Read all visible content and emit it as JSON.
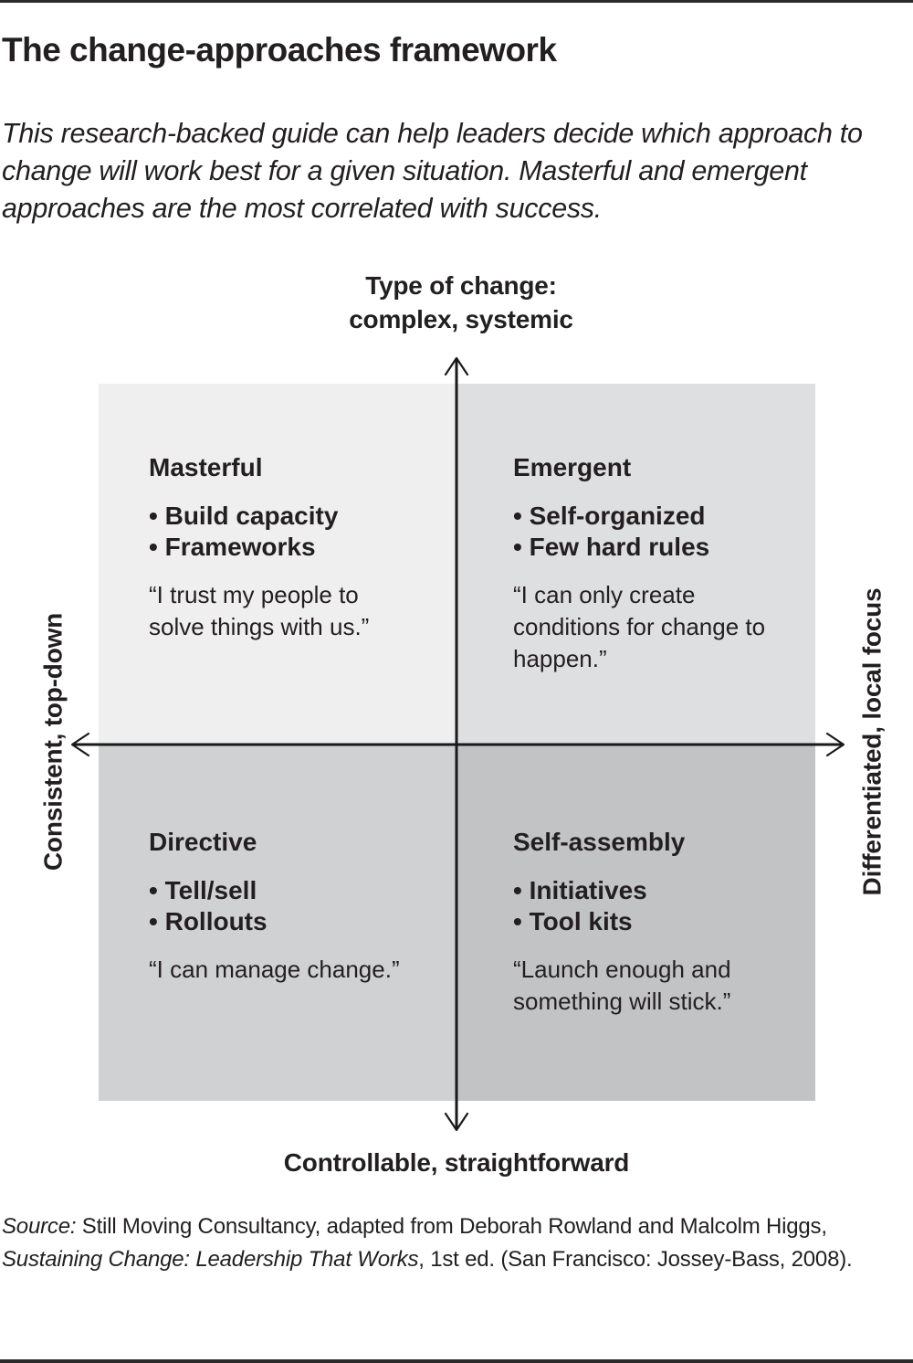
{
  "header": {
    "title": "The change-approaches framework",
    "subtitle": "This research-backed guide can help leaders decide which approach to change will work best for a given situation. Masterful and emergent approaches are the most correlated with success."
  },
  "axes": {
    "top": {
      "line1": "Type of change:",
      "line2": "complex, systemic"
    },
    "bottom": "Controllable, straightforward",
    "left": "Consistent, top-down",
    "right": "Differentiated, local focus"
  },
  "quadrants": {
    "top_left": {
      "title": "Masterful",
      "bullets": [
        "Build capacity",
        "Frameworks"
      ],
      "quote": "“I trust my people to solve things with us.”",
      "color": "#efefef"
    },
    "top_right": {
      "title": "Emergent",
      "bullets": [
        "Self-organized",
        "Few hard rules"
      ],
      "quote": "“I can only create conditions for change to happen.”",
      "color": "#dedfe0"
    },
    "bottom_left": {
      "title": "Directive",
      "bullets": [
        "Tell/sell",
        "Rollouts"
      ],
      "quote": "“I can manage change.”",
      "color": "#d0d1d3"
    },
    "bottom_right": {
      "title": "Self-assembly",
      "bullets": [
        "Initiatives",
        "Tool kits"
      ],
      "quote": "“Launch enough and something will stick.”",
      "color": "#c2c3c5"
    }
  },
  "source": {
    "label": "Source:",
    "text1": " Still Moving Consultancy, adapted from Deborah Rowland and Malcolm Higgs, ",
    "book_title": "Sustaining Change: Leadership That Works",
    "text2": ", 1st ed. (San Francisco: Jossey-Bass, 2008)."
  },
  "icons": {
    "arrow_up": "arrow-up-icon",
    "arrow_down": "arrow-down-icon",
    "arrow_left": "arrow-left-icon",
    "arrow_right": "arrow-right-icon"
  },
  "colors": {
    "axis": "#1a1a1a",
    "text": "#231f20",
    "rule": "#2b2b2b"
  }
}
